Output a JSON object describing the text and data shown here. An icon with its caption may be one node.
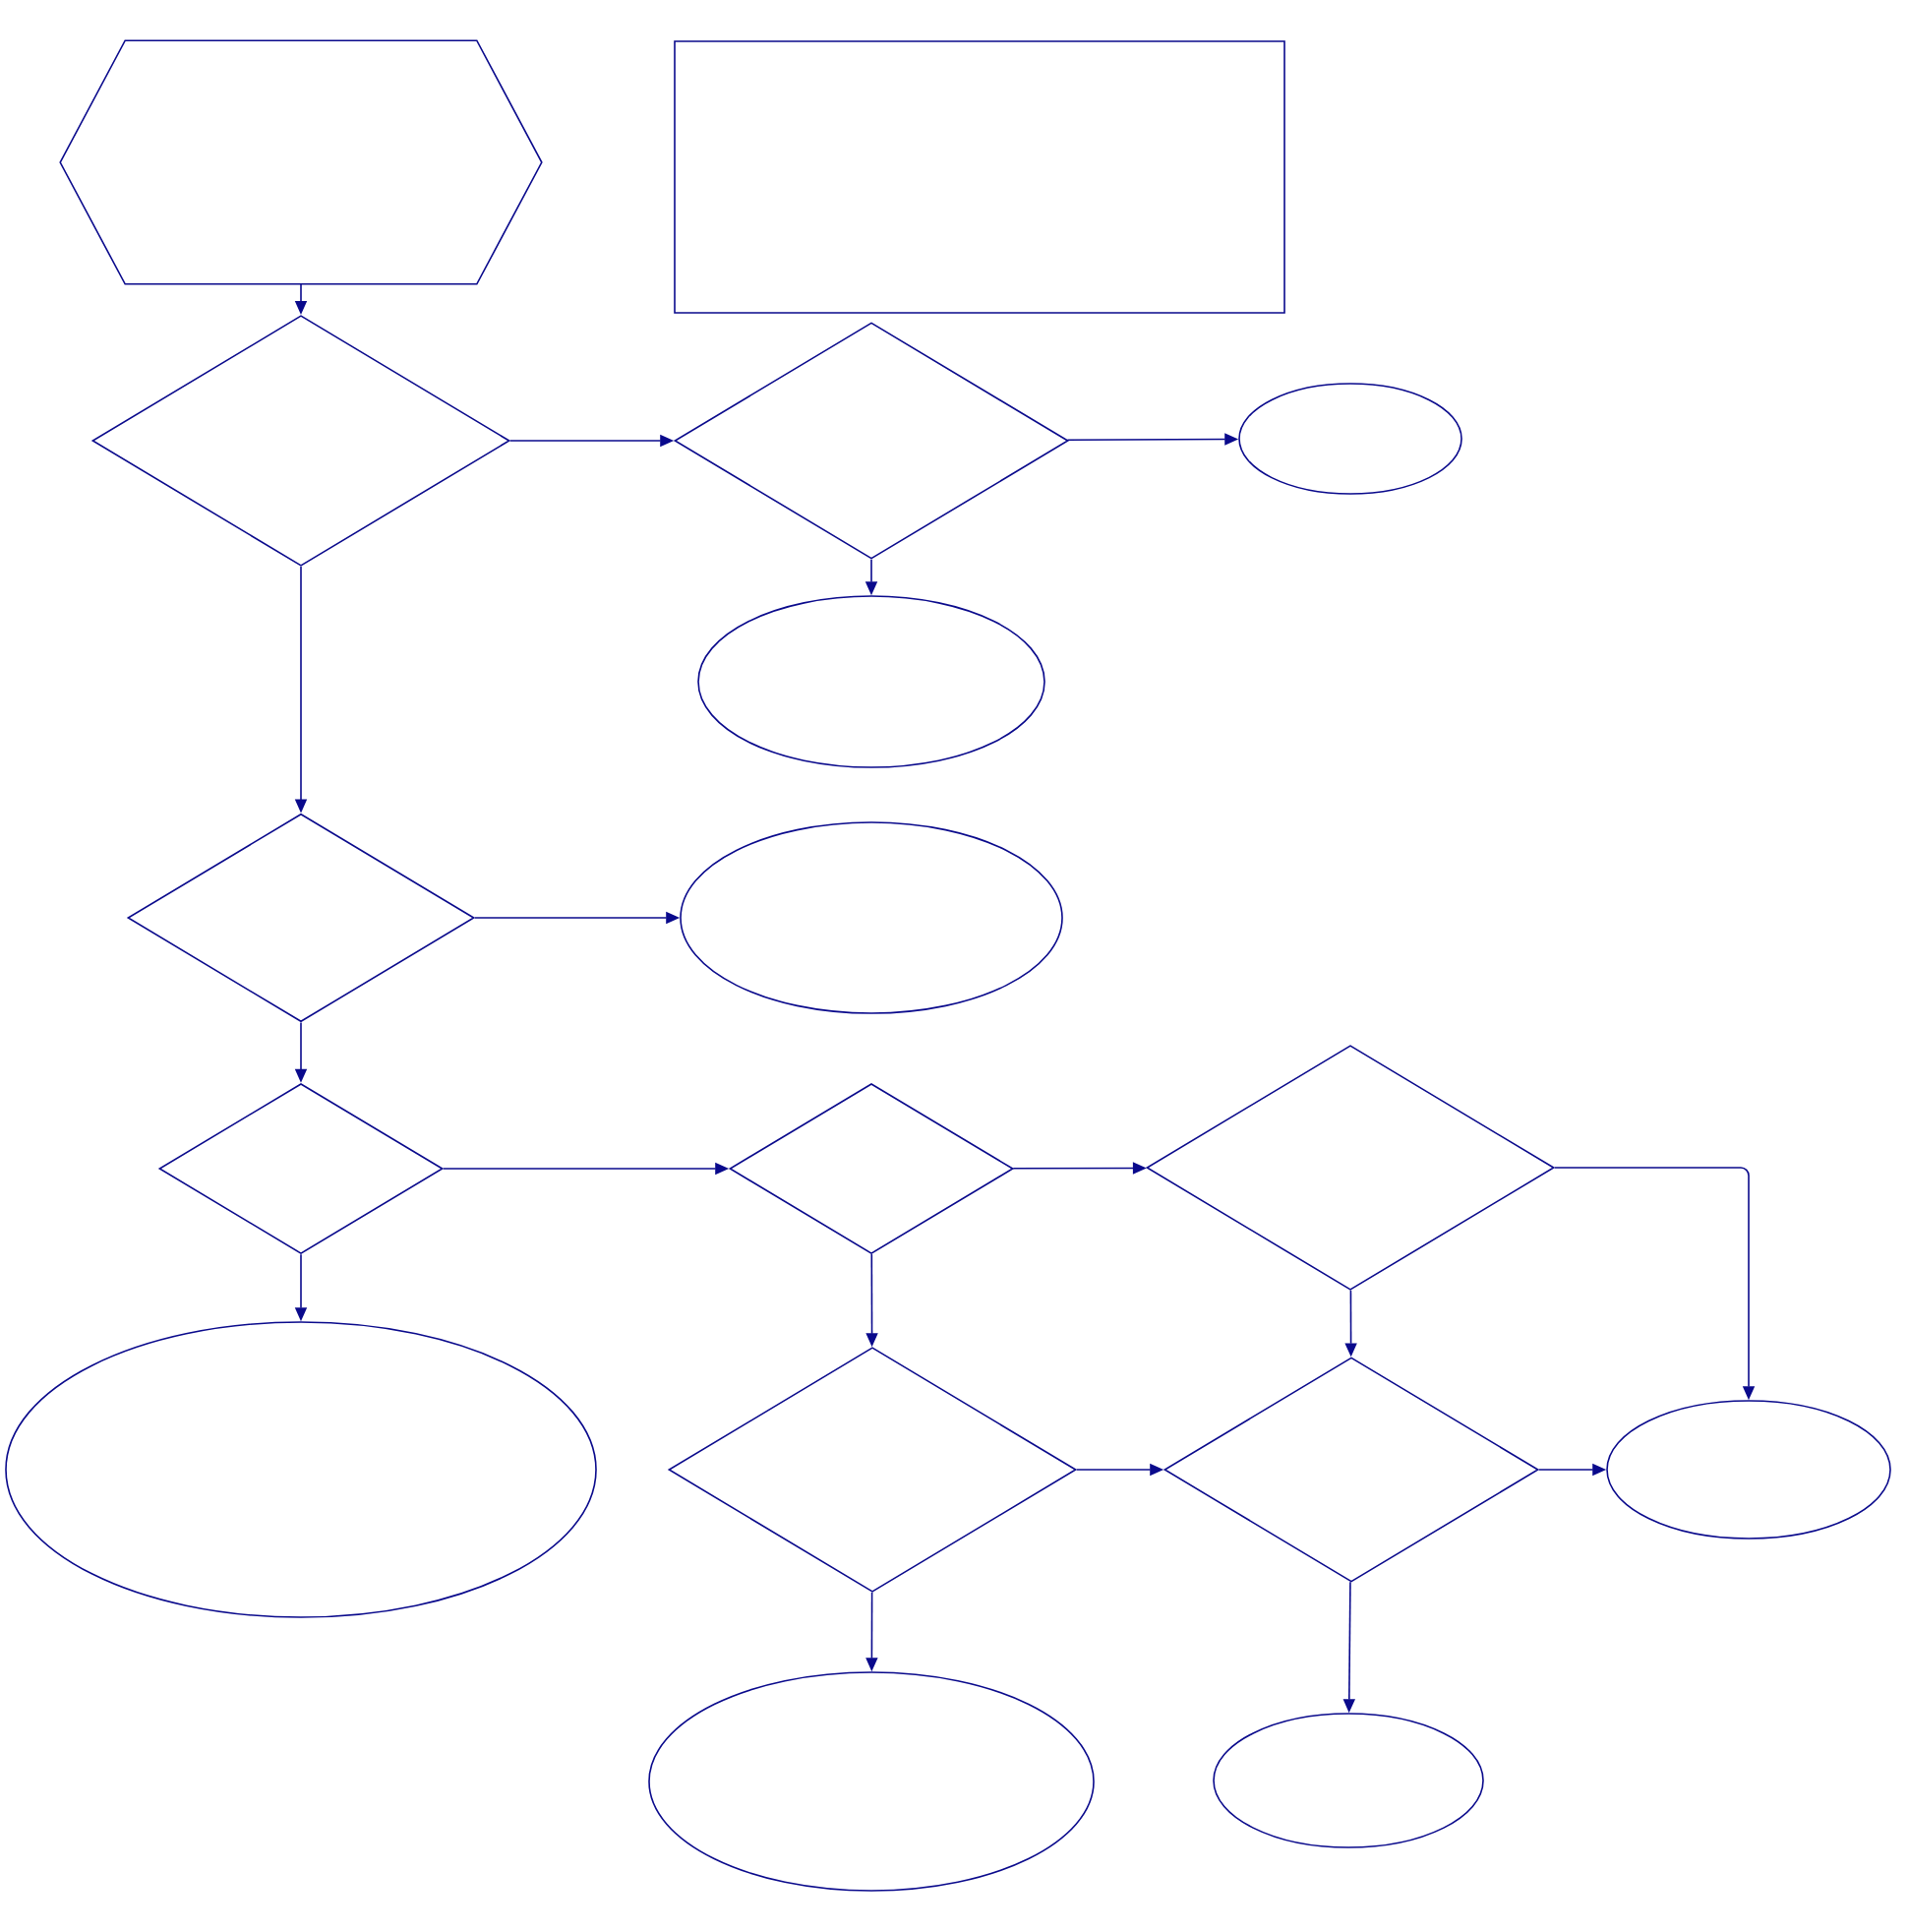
{
  "diagram": {
    "nodes": [
      {
        "text": [],
        "shape": "hexagon"
      },
      {
        "text": [],
        "shape": "box"
      },
      {
        "text": [],
        "shape": "diamond"
      },
      {
        "text": [],
        "shape": "diamond"
      },
      {
        "text": [],
        "shape": "ellipse"
      },
      {
        "text": [],
        "shape": "ellipse"
      },
      {
        "text": [],
        "shape": "diamond"
      },
      {
        "text": [],
        "shape": "ellipse"
      },
      {
        "text": [],
        "shape": "diamond"
      },
      {
        "text": [],
        "shape": "diamond"
      },
      {
        "text": [],
        "shape": "diamond"
      },
      {
        "text": [],
        "shape": "ellipse"
      },
      {
        "text": [],
        "shape": "diamond"
      },
      {
        "text": [],
        "shape": "diamond"
      },
      {
        "text": [],
        "shape": "ellipse"
      },
      {
        "text": [],
        "shape": "ellipse"
      },
      {
        "text": [],
        "shape": "ellipse"
      }
    ],
    "edges": [
      {
        "from": 0,
        "to": 2,
        "arrow": "to"
      },
      {
        "from": 2,
        "to": 3,
        "arrow": "to"
      },
      {
        "from": 3,
        "to": 4,
        "arrow": "to"
      },
      {
        "from": 3,
        "to": 5,
        "arrow": "to"
      },
      {
        "from": 2,
        "to": 6,
        "arrow": "to"
      },
      {
        "from": 6,
        "to": 7,
        "arrow": "to"
      },
      {
        "from": 6,
        "to": 8,
        "arrow": "to"
      },
      {
        "from": 8,
        "to": 9,
        "arrow": "to"
      },
      {
        "from": 8,
        "to": 11,
        "arrow": "to"
      },
      {
        "from": 9,
        "to": 10,
        "arrow": "to"
      },
      {
        "from": 9,
        "to": 12,
        "arrow": "to"
      },
      {
        "from": 10,
        "to": 14,
        "arrow": "to"
      },
      {
        "from": 10,
        "to": 13,
        "arrow": "to"
      },
      {
        "from": 12,
        "to": 13,
        "arrow": "to"
      },
      {
        "from": 13,
        "to": 14,
        "arrow": "to"
      },
      {
        "from": 12,
        "to": 15,
        "arrow": "to"
      },
      {
        "from": 13,
        "to": 16,
        "arrow": "to"
      }
    ]
  }
}
